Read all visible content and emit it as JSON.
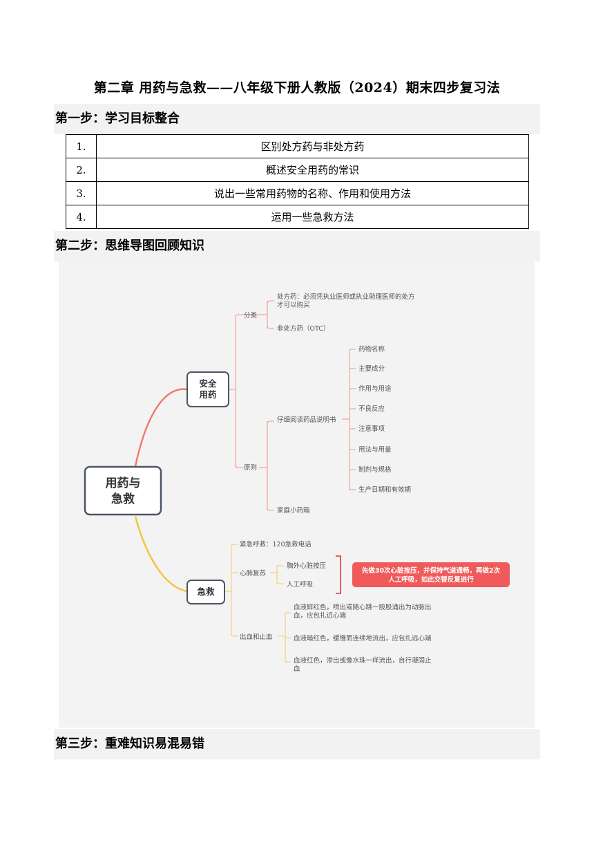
{
  "title": "第二章 用药与急救——八年级下册人教版（2024）期末四步复习法",
  "step1": {
    "heading": "第一步：学习目标整合",
    "goals": [
      {
        "num": "1.",
        "text": "区别处方药与非处方药"
      },
      {
        "num": "2.",
        "text": "概述安全用药的常识"
      },
      {
        "num": "3.",
        "text": "说出一些常用药物的名称、作用和使用方法"
      },
      {
        "num": "4.",
        "text": "运用一些急救方法"
      }
    ]
  },
  "step2": {
    "heading": "第二步：思维导图回顾知识",
    "mindmap": {
      "root": "用药与\n急救",
      "branch1": {
        "label": "安全\n用药",
        "classify": "分类",
        "rx": "处方药：必须凭执业医师或执业助理医师的处方\n才可以购买",
        "otc": "非处方药（OTC）",
        "principle": "原则",
        "read_manual": "仔细阅读药品说明书",
        "manual_items": [
          "药物名称",
          "主要成分",
          "作用与用途",
          "不良反应",
          "注意事项",
          "用法与用量",
          "制剂与规格",
          "生产日期和有效期"
        ],
        "home_kit": "家庭小药箱"
      },
      "branch2": {
        "label": "急救",
        "emergency_call": "紧急呼救：120急救电话",
        "cpr": "心肺复苏",
        "chest_compression": "胸外心脏按压",
        "rescue_breath": "人工呼吸",
        "cpr_note": "先做30次心脏按压，并保持气道通畅，再做2次\n人工呼吸，如此交替反复进行",
        "bleeding": "出血和止血",
        "bleeding_items": [
          "血液鲜红色，喷出或随心跳一股股涌出为动脉出\n血，应包扎近心端",
          "血液暗红色，缓慢而连续地流出，应包扎远心端",
          "血液红色，渗出或像水珠一样流出，自行凝固止\n血"
        ]
      },
      "colors": {
        "branch1": "#ef7b6c",
        "branch2": "#f5c242",
        "note_bg": "#f05a5a",
        "note_bracket": "#e14b4b"
      }
    }
  },
  "step3": {
    "heading": "第三步：重难知识易混易错"
  }
}
